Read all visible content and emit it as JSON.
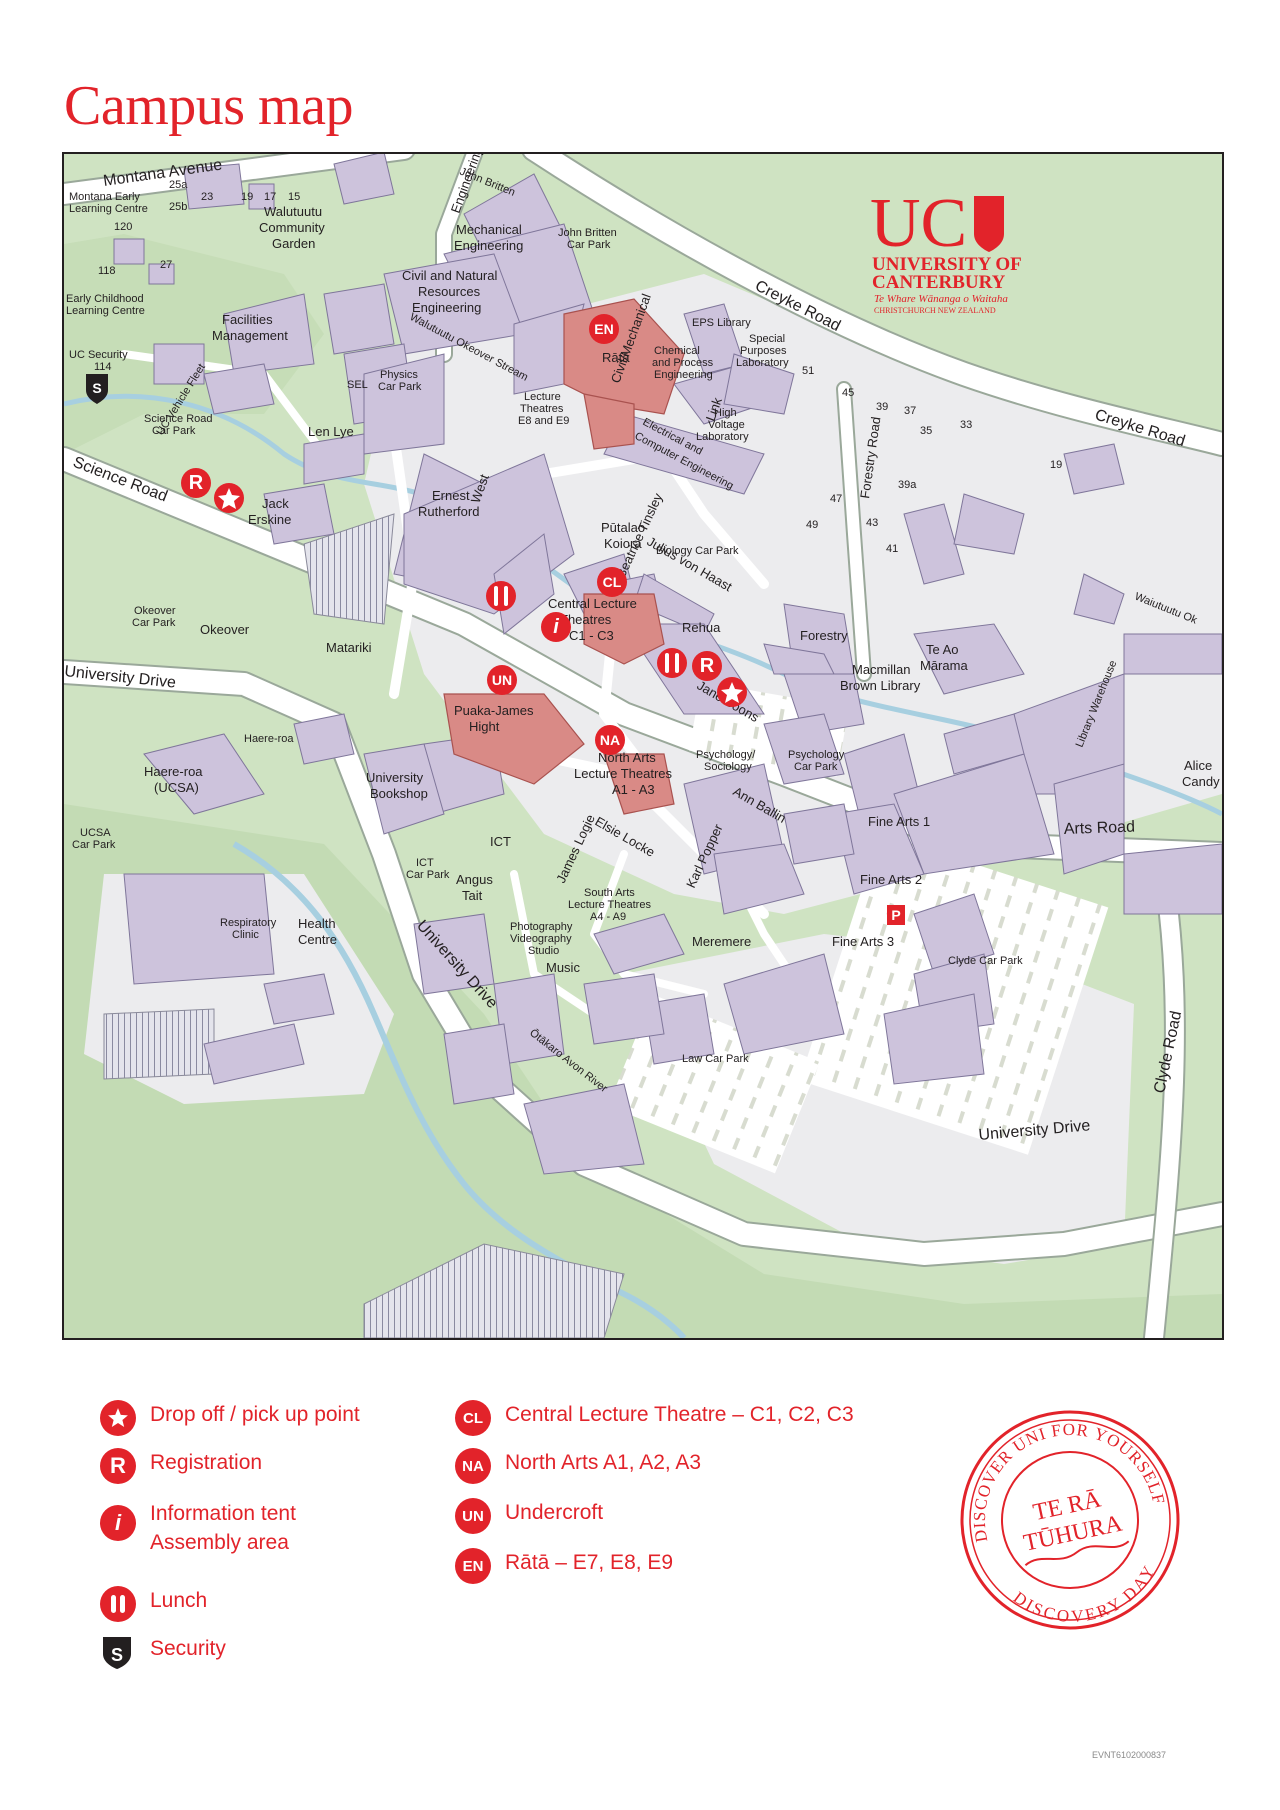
{
  "title": "Campus map",
  "brand": {
    "logo_letters": "UC",
    "name_line1": "UNIVERSITY OF",
    "name_line2": "CANTERBURY",
    "maori_name": "Te Whare Wānanga o Waitaha",
    "location": "CHRISTCHURCH NEW ZEALAND",
    "accent_color": "#e2232a"
  },
  "roads": {
    "montana_avenue": "Montana   Avenue",
    "creyke_road_1": "Creyke Road",
    "creyke_road_2": "Creyke Road",
    "science_road": "Science Road",
    "university_drive_1": "University Drive",
    "university_drive_2": "University Drive",
    "university_drive_3": "University Drive",
    "arts_road": "Arts Road",
    "clyde_road": "Clyde Road",
    "forestry_road": "Forestry Road",
    "engineering": "Engineering",
    "west": "West",
    "link": "Link",
    "civil_mechanical": "Civil/Mechanical",
    "beatrice_tinsley": "Beatrice Tinsley",
    "julius_von_haast": "Julius von Haast",
    "jane_soons": "Jane Soons",
    "ann_ballin": "Ann Ballin",
    "elsie_locke": "Elsie Locke",
    "james_logie": "James Logie",
    "karl_popper": "Karl Popper",
    "uc_vehicle_fleet": "UC Vehicle Fleet",
    "haere_roa_path": "Haere-roa",
    "library_warehouse": "Library Warehouse"
  },
  "waterways": {
    "okeover_stream": "Walutuutu  Okeover Stream",
    "walutuutu_ok": "Waiutuutu  Ok",
    "avon_river": "Ōtākaro  Avon River"
  },
  "places": {
    "montana_early_1": "Montana Early",
    "montana_early_2": "Learning Centre",
    "n25a": "25a",
    "n25b": "25b",
    "n23": "23",
    "n19": "19",
    "n17": "17",
    "n15": "15",
    "n120": "120",
    "n27": "27",
    "n118": "118",
    "n114": "114",
    "community_1": "Walutuutu",
    "community_2": "Community",
    "community_3": "Garden",
    "early_childhood_1": "Early Childhood",
    "early_childhood_2": "Learning Centre",
    "uc_security": "UC Security",
    "facilities_1": "Facilities",
    "facilities_2": "Management",
    "john_britten": "John Britten",
    "mechanical_1": "Mechanical",
    "mechanical_2": "Engineering",
    "jb_car_park_1": "John Britten",
    "jb_car_park_2": "Car Park",
    "civil_1": "Civil and Natural",
    "civil_2": "Resources",
    "civil_3": "Engineering",
    "eps_library": "EPS Library",
    "rata": "Rātā",
    "special_1": "Special",
    "special_2": "Purposes",
    "special_3": "Laboratory",
    "chem_1": "Chemical",
    "chem_2": "and Process",
    "chem_3": "Engineering",
    "n51": "51",
    "n45": "45",
    "n39": "39",
    "n37": "37",
    "n35": "35",
    "n33": "33",
    "n19b": "19",
    "n39a": "39a",
    "n47": "47",
    "n49": "49",
    "n43": "43",
    "n41": "41",
    "physics_1": "Physics",
    "physics_2": "Car Park",
    "sel": "SEL",
    "lecture_e_1": "Lecture",
    "lecture_e_2": "Theatres",
    "lecture_e_3": "E8 and E9",
    "electrical_1": "Electrical and",
    "electrical_2": "Computer Engineering",
    "hv_1": "High",
    "hv_2": "Voltage",
    "hv_3": "Laboratory",
    "science_cp_1": "Science Road",
    "science_cp_2": "Car Park",
    "len_lye": "Len Lye",
    "jack_1": "Jack",
    "jack_2": "Erskine",
    "ernest_1": "Ernest",
    "ernest_2": "Rutherford",
    "putalao_1": "Pūtalao",
    "putalao_2": "Koiora",
    "biology_cp": "Biology Car Park",
    "clt_1": "Central Lecture",
    "clt_2": "Theatres",
    "clt_3": "C1 - C3",
    "rehua": "Rehua",
    "okeover_cp_1": "Okeover",
    "okeover_cp_2": "Car Park",
    "okeover": "Okeover",
    "matariki": "Matariki",
    "forestry": "Forestry",
    "te_ao_1": "Te Ao",
    "te_ao_2": "Mārama",
    "macmillan_1": "Macmillan",
    "macmillan_2": "Brown Library",
    "puaka_1": "Puaka-James",
    "puaka_2": "Hight",
    "haere_roa_1": "Haere-roa",
    "haere_roa_2": "(UCSA)",
    "bookshop_1": "University",
    "bookshop_2": "Bookshop",
    "north_arts_1": "North Arts",
    "north_arts_2": "Lecture Theatres",
    "north_arts_3": "A1 - A3",
    "psych_1": "Psychology/",
    "psych_2": "Sociology",
    "psych_cp_1": "Psychology",
    "psych_cp_2": "Car Park",
    "alice_1": "Alice",
    "alice_2": "Candy",
    "ucsa_cp_1": "UCSA",
    "ucsa_cp_2": "Car Park",
    "ict": "ICT",
    "ict_cp_1": "ICT",
    "ict_cp_2": "Car Park",
    "angus_1": "Angus",
    "angus_2": "Tait",
    "fine_arts_1": "Fine Arts 1",
    "fine_arts_2": "Fine Arts 2",
    "fine_arts_3": "Fine Arts 3",
    "south_arts_1": "South Arts",
    "south_arts_2": "Lecture Theatres",
    "south_arts_3": "A4 - A9",
    "resp_1": "Respiratory",
    "resp_2": "Clinic",
    "health_1": "Health",
    "health_2": "Centre",
    "photo_1": "Photography",
    "photo_2": "Videography",
    "photo_3": "Studio",
    "music": "Music",
    "meremere": "Meremere",
    "clyde_cp": "Clyde Car Park",
    "law_cp": "Law Car Park"
  },
  "map_markers": {
    "en": "EN",
    "cl": "CL",
    "un": "UN",
    "na": "NA",
    "registration": "R",
    "parking": "P",
    "info": "i",
    "security": "S"
  },
  "legend": [
    {
      "icon": "★",
      "label": "Drop off / pick up point",
      "icon_name": "star-icon"
    },
    {
      "icon": "R",
      "label": "Registration",
      "icon_name": "registration-icon"
    },
    {
      "icon": "i",
      "label": "Information tent\nAssembly area",
      "icon_name": "info-icon"
    },
    {
      "icon": "⏸",
      "label": "Lunch",
      "icon_name": "lunch-icon"
    },
    {
      "icon": "S",
      "label": "Security",
      "icon_name": "security-shield-icon"
    },
    {
      "icon": "CL",
      "label": "Central Lecture Theatre – C1, C2, C3",
      "icon_name": "cl-icon"
    },
    {
      "icon": "NA",
      "label": "North Arts A1, A2, A3",
      "icon_name": "na-icon"
    },
    {
      "icon": "UN",
      "label": "Undercroft",
      "icon_name": "un-icon"
    },
    {
      "icon": "EN",
      "label": "Rātā – E7, E8, E9",
      "icon_name": "en-icon"
    }
  ],
  "stamp": {
    "top_arc": "DISCOVER UNI FOR YOURSELF",
    "bottom_arc": "DISCOVERY DAY",
    "line1": "TE RĀ",
    "line2": "TŪHURA"
  },
  "footer_code": "EVNT6102000837"
}
